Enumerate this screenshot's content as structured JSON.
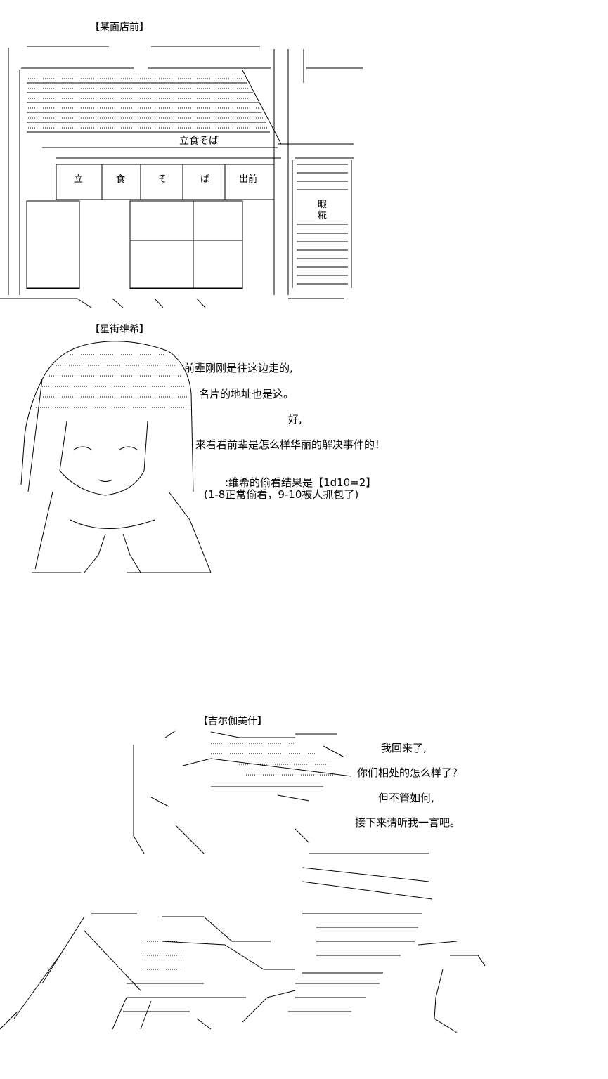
{
  "scene1": {
    "heading": "【某面店前】",
    "signboard": "立食そば",
    "window_words": [
      "立",
      "食",
      "そ",
      "ば",
      "出前"
    ],
    "side_sign": [
      "暇",
      "糀"
    ]
  },
  "scene2": {
    "heading": "【星街维希】",
    "lines": [
      "前辈刚刚是往这边走的,",
      "名片的地址也是这。",
      "好,",
      "来看看前辈是怎么样华丽的解决事件的！"
    ],
    "roll_result": ":维希的偷看结果是【1d10=2】",
    "roll_rule": "(1-8正常偷看，9-10被人抓包了)"
  },
  "scene3": {
    "heading": "【吉尔伽美什】",
    "lines": [
      "我回来了,",
      "你们相处的怎么样了？",
      "但不管如何,",
      "接下来请听我一言吧。"
    ]
  }
}
